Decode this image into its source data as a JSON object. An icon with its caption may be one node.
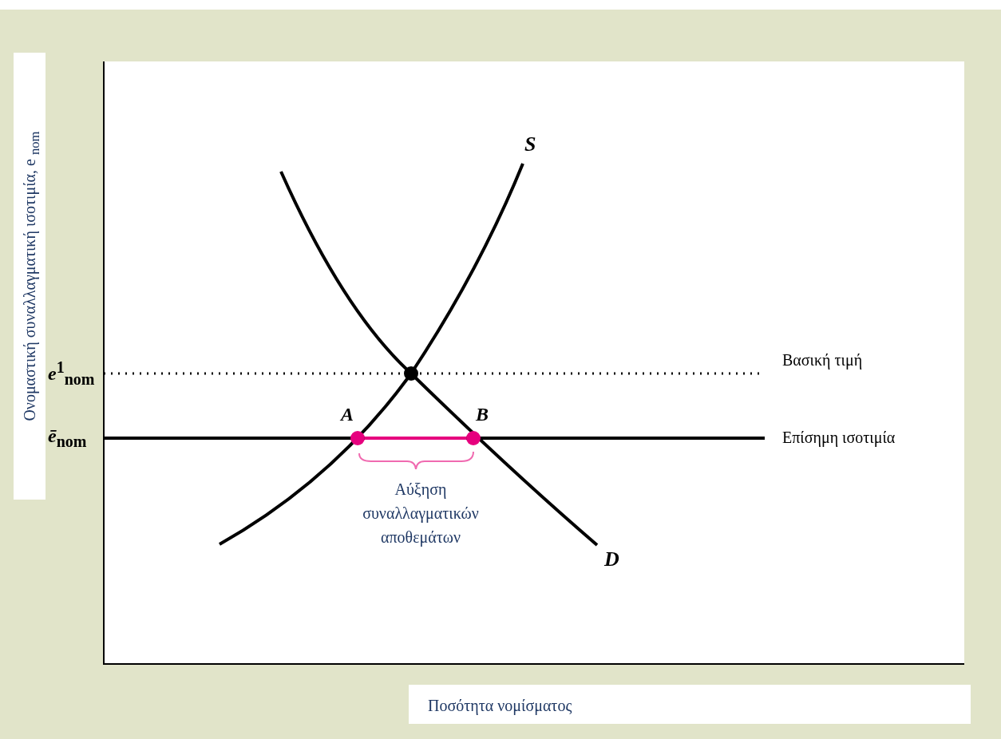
{
  "diagram": {
    "nodes": [
      {
        "text": [
          "A"
        ]
      },
      {
        "text": [
          "B"
        ]
      }
    ],
    "edges": [
      {
        "from": 0,
        "to": 1,
        "arrow": "none",
        "color": "#e6007e"
      }
    ],
    "labels": [
      "S",
      "Ονομαστική συναλλαγματική ισοτιμία, e $_{nom}$",
      "Βασική τιμή",
      "*e*$^{1}$$_{nom}$",
      "*ē*$_{nom}$",
      "Επίσημη ισοτιμία",
      "Αύξηση συναλλαγματικών αποθεμάτων",
      "D",
      "Ποσότητα νομίσματος"
    ]
  }
}
